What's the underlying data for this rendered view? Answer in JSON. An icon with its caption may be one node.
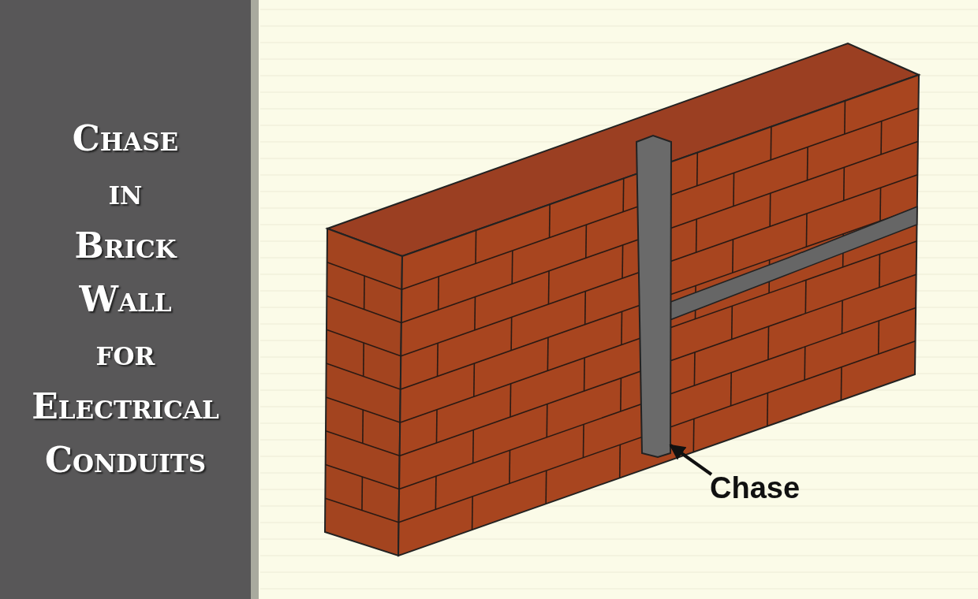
{
  "diagram": {
    "title": "Chase in Brick Wall for Electrical Conduits",
    "nodes": [
      {
        "text": [
          "Chase"
        ]
      },
      {
        "text": [],
        "shape": "bar"
      }
    ],
    "edges": [
      {
        "from": 0,
        "to": 1,
        "arrow": "to"
      }
    ]
  }
}
